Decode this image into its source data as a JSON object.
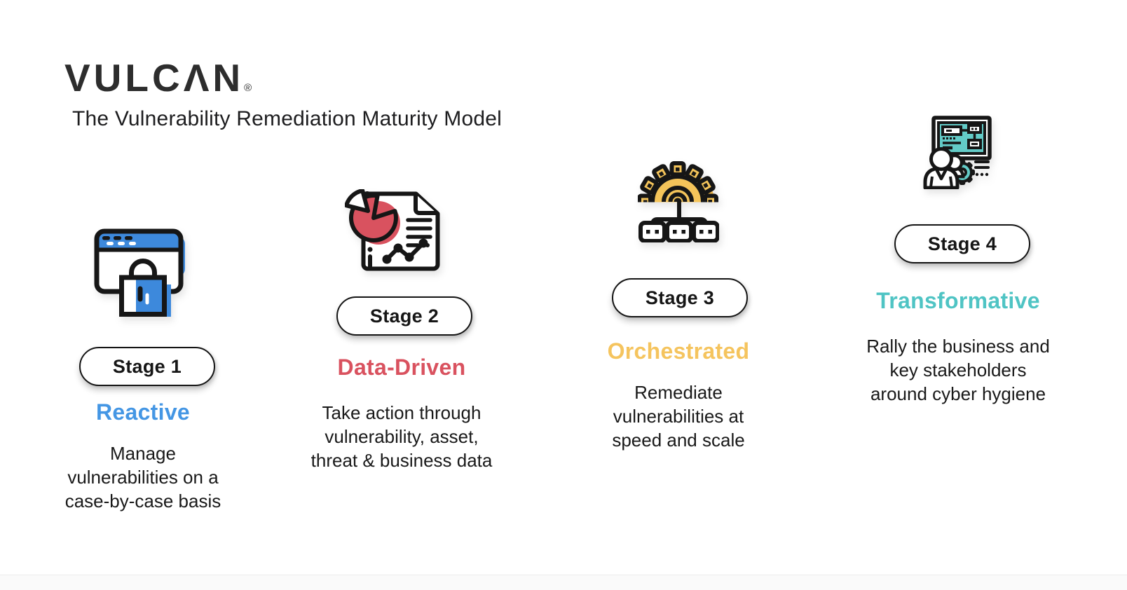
{
  "header": {
    "logo_text": "VULCΛN",
    "registered_mark": "®",
    "subtitle": "The Vulnerability Remediation Maturity Model"
  },
  "stages": [
    {
      "badge": "Stage 1",
      "title": "Reactive",
      "accent_color": "#4496E4",
      "icon": "browser-lock-icon",
      "icon_color": "#3D89DC",
      "description_lines": [
        "Manage",
        "vulnerabilities on a",
        "case-by-case basis"
      ]
    },
    {
      "badge": "Stage 2",
      "title": "Data-Driven",
      "accent_color": "#D9525F",
      "icon": "report-analytics-icon",
      "icon_color": "#D9525F",
      "description_lines": [
        "Take action through",
        "vulnerability, asset,",
        "threat & business data"
      ]
    },
    {
      "badge": "Stage 3",
      "title": "Orchestrated",
      "accent_color": "#F5C45E",
      "icon": "gear-orchestration-icon",
      "icon_color": "#F4C45A",
      "description_lines": [
        "Remediate",
        "vulnerabilities at",
        "speed and scale"
      ]
    },
    {
      "badge": "Stage 4",
      "title": "Transformative",
      "accent_color": "#4FC4C4",
      "icon": "presenter-dashboard-icon",
      "icon_color": "#63CBC7",
      "description_lines": [
        "Rally the business and",
        "key stakeholders",
        "around cyber hygiene"
      ]
    }
  ]
}
